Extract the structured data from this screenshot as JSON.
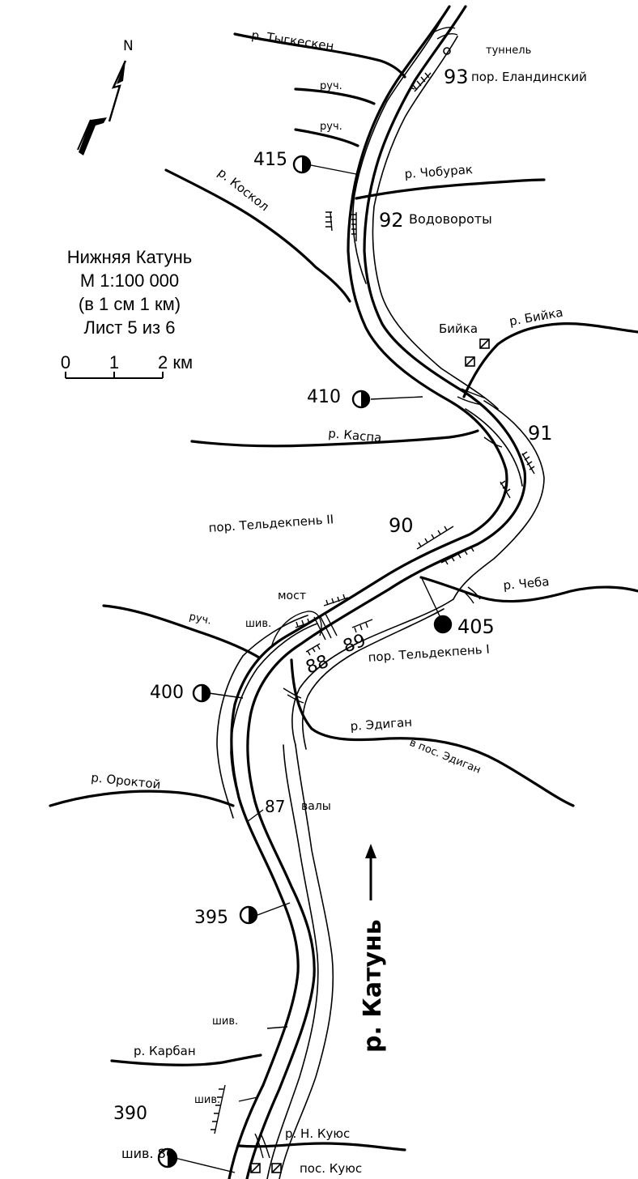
{
  "title": {
    "line1": "Нижняя Катунь",
    "line2": "М 1:100 000",
    "line3": "(в 1 см 1 км)",
    "line4": "Лист 5 из 6"
  },
  "scale_bar": {
    "tick0": "0",
    "tick1": "1",
    "tick2": "2 км"
  },
  "north_label": "N",
  "main_river_label": "р. Катунь",
  "rivers": {
    "tygkesken": "р. Тыгкескен",
    "ruch1": "руч.",
    "ruch2": "руч.",
    "koskol": "р. Коскол",
    "choburak": "р. Чобурак",
    "biyka": "р. Бийка",
    "kaspa": "р. Каспа",
    "cheba": "р. Чеба",
    "ruch3": "руч.",
    "edigan": "р. Эдиган",
    "oroktoy": "р. Ороктой",
    "karban": "р. Карбан",
    "n_kuyus": "р. Н. Куюс"
  },
  "features": {
    "tunnel": "туннель",
    "km93": "93",
    "rapid_93": "пор. Еландинский",
    "km92": "92",
    "whirlpools": "Водовороты",
    "biyka_village": "Бийка",
    "km91": "91",
    "rapid_90": "пор. Тельдекпень II",
    "km90": "90",
    "bridge": "мост",
    "shiv1": "шив.",
    "km89": "89",
    "km88": "88",
    "rapid_89": "пор. Тельдекпень I",
    "edigan_village": "в пос. Эдиган",
    "km87": "87",
    "waves": "валы",
    "shiv2": "шив.",
    "shiv3": "шив.",
    "shiv86": "шив. 86",
    "kuyus_village": "пос. Куюс"
  },
  "camps": {
    "c415": "415",
    "c410": "410",
    "c405": "405",
    "c400": "400",
    "c395": "395",
    "c390": "390"
  },
  "icons": {
    "camp": "half-filled-circle-icon",
    "village": "hatched-square-icon",
    "north": "north-arrow-icon",
    "flow": "flow-arrow-icon"
  },
  "colors": {
    "ink": "#000000",
    "paper": "#ffffff"
  }
}
